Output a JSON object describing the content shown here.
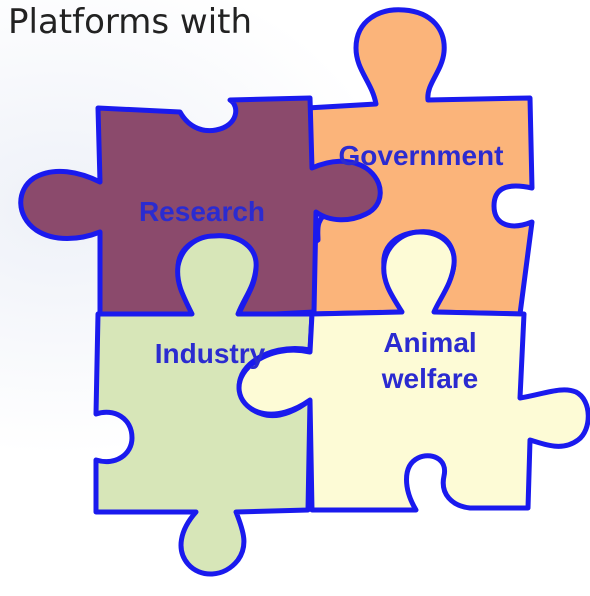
{
  "title": "Platforms with",
  "pieces": {
    "research": {
      "label": "Research",
      "color": "#8b4a6c"
    },
    "government": {
      "label": "Government",
      "color": "#fbb47a"
    },
    "industry": {
      "label": "Industry",
      "color": "#d7e6b8"
    },
    "animal_welfare": {
      "label_line1": "Animal",
      "label_line2": "welfare",
      "color": "#fdfbd6"
    }
  },
  "colors": {
    "outline": "#1a1aee",
    "label_text": "#2b2bd0"
  }
}
